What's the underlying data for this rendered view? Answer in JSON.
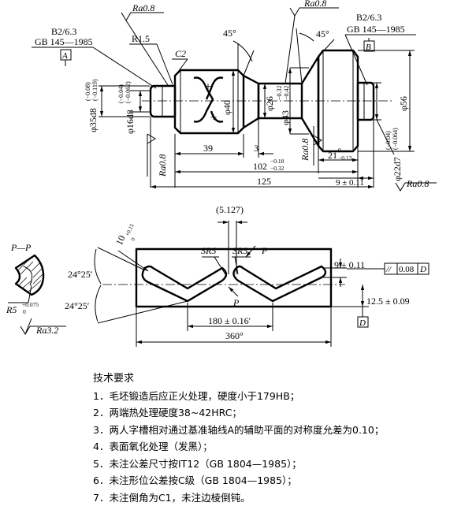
{
  "shaft": {
    "left_center_hole": "B2/6.3",
    "left_center_std": "GB 145—1985",
    "left_datum": "A",
    "right_center_hole": "B2/6.3",
    "right_center_std": "GB 145—1985",
    "right_datum": "B",
    "ra_top_left": "Ra0.8",
    "ra_top_right": "Ra0.8",
    "ra_bottom_left": "Ra0.8",
    "ra_groove": "Ra0.8",
    "ra_bottom_right": "Ra0.8",
    "fillet": "R1.5",
    "chamfer": "C2",
    "angle_left": "45°",
    "angle_right": "45°",
    "dia_35": "φ35d8",
    "dia_35_tol_u": "(−0.08)",
    "dia_35_tol_l": "(−0.119)",
    "dia_16": "φ16d8",
    "dia_16_tol_u": "(−0.04)",
    "dia_16_tol_l": "(−0.062)",
    "dia_40": "φ40",
    "dia_26": "φ26",
    "dia_43": "φ43",
    "dia_43_tol_u": "−0.32",
    "dia_43_tol_l": "−0.42",
    "dia_56": "φ56",
    "dia_22": "φ22d7",
    "dia_22_tol_u": "(−0.04)",
    "dia_22_tol_l": "(−0.064)",
    "len_39": "39",
    "len_3": "3",
    "len_21": "21",
    "len_21_tol_u": "0",
    "len_21_tol_l": "−0.13",
    "len_102": "102",
    "len_102_tol_u": "−0.18",
    "len_102_tol_l": "−0.32",
    "len_125": "125",
    "len_9": "9 ± 0.11"
  },
  "section": {
    "title": "P—P",
    "radius": "R5",
    "radius_tol_u": "+0.075",
    "radius_tol_l": "0",
    "ra": "Ra3.2"
  },
  "develop": {
    "top_dim": "(5.127)",
    "slot_width": "10",
    "slot_width_tol_u": "+0.15",
    "slot_width_tol_l": "0",
    "sr_left": "SR5",
    "sr_right": "SR5",
    "p_top": "P",
    "p_bottom": "P",
    "angle_top": "24°25′",
    "angle_bottom": "24°25′",
    "dim_9": "9 ± 0.11",
    "dim_12_5": "12.5 ± 0.09",
    "dim_180": "180 ± 0.16′",
    "dim_360": "360°",
    "tol_symbol": "//",
    "tol_value": "0.08",
    "tol_datum": "D",
    "datum_d": "D"
  },
  "notes": {
    "title": "技术要求",
    "items": [
      "1．毛坯锻造后应正火处理，硬度小于179HB；",
      "2．两端热处理硬度38~42HRC；",
      "3．两人字槽相对通过基准轴线A的辅助平面的对称度允差为0.10；",
      "4．表面氧化处理（发黑）；",
      "5．未注公差尺寸按IT12（GB 1804—1985）；",
      "6．未注形位公差按C级（GB 1804—1985）；",
      "7．未注倒角为C1，未注边棱倒钝。"
    ]
  }
}
